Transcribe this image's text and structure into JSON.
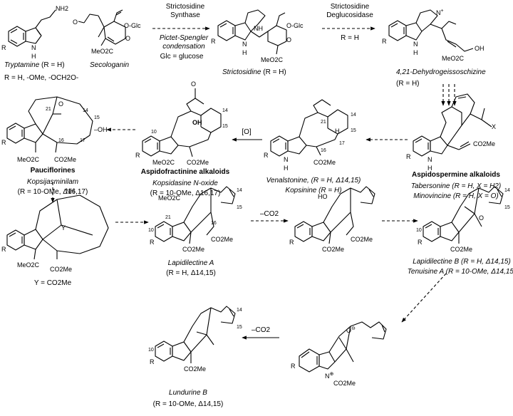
{
  "reagents": {
    "synthase": "Strictosidine\nSynthase",
    "condensation": "Pictet-Spengler\ncondensation",
    "glc_note": "Glc = glucose",
    "deglucosidase": "Strictosidine\nDeglucosidase",
    "r_h": "R = H",
    "ox": "[O]",
    "co2_1": "–CO2",
    "co2_2": "–CO2"
  },
  "compounds": {
    "tryptamine": {
      "name": "Tryptamine",
      "suffix": " (R = H)"
    },
    "r_substituents": "R = H, -OMe, -OCH2O-",
    "secologanin": "Secologanin",
    "strictosidine": {
      "name": "Strictosidine",
      "suffix": " (R = H)"
    },
    "dehydro": {
      "name": "4,21-Dehydrogeissoschizine",
      "suffix": "(R = H)"
    },
    "aspidosperma": {
      "heading": "Aspidospermine alkaloids",
      "tabersonine": "Tabersonine (R = H, X = H2)",
      "minovincine": "Minovincine (R = H, X = O)"
    },
    "venalstonine": "Venalstonine, (R = H, Δ14,15)",
    "kopsinine": "Kopsinine (R = H)",
    "aspidofractinine": "Aspidofractinine alkaloids",
    "kopsidasine": {
      "name": "Kopsidasine N-oxide",
      "suffix": "(R = 10-OMe, Δ16,17)"
    },
    "pauciflorines": {
      "heading": "Pauciflorines",
      "name": "Kopsijasminilam",
      "suffix": "(R = 10-OMe, Δ16,17)"
    },
    "y_def": "Y = CO2Me",
    "lapidilectine_a": {
      "name": "Lapidilectine A",
      "suffix": "(R = H, Δ14,15)"
    },
    "lapidilectine_b": "Lapidilectine B (R = H, Δ14,15)",
    "tenuisine_a": "Tenuisine A (R = 10-OMe, Δ14,15)",
    "lundurine_b": {
      "name": "Lundurine B",
      "suffix": "(R = 10-OMe, Δ14,15)"
    }
  },
  "atoms": {
    "nh2": "NH2",
    "nh": "N",
    "h": "H",
    "n_plus": "N",
    "o": "O",
    "oh": "OH",
    "olc": "O-Glc",
    "meo2c": "MeO2C",
    "co2me": "CO2Me",
    "r": "R",
    "x": "X",
    "y": "Y",
    "oh_bold": "OH"
  },
  "numbers": [
    "10",
    "14",
    "15",
    "16",
    "17",
    "21"
  ]
}
